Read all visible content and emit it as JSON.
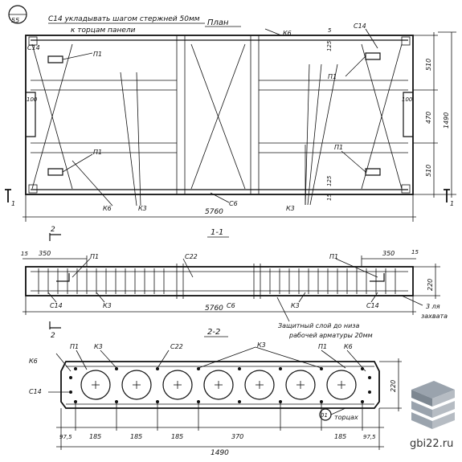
{
  "drawing": {
    "sheet_number": "55",
    "note_top": "С14 укладывать шагом стержней 50мм",
    "note_top_2": "к торцам панели",
    "plan_title": "План",
    "section_1_1": "1-1",
    "section_2_2": "2-2",
    "watermark": "gbi22.ru"
  },
  "plan": {
    "labels": {
      "c14": "С14",
      "p1": "П1",
      "k6": "К6",
      "k3": "К3",
      "c6": "С6"
    },
    "dimensions": {
      "length": "5760",
      "width": "1490",
      "right_top": "510",
      "right_mid": "470",
      "right_bottom": "510",
      "left_100": "100",
      "right_100": "100",
      "dim_125": "125",
      "dim_15": "15",
      "dim_5": "5"
    },
    "section_mark": "1",
    "section_letter": "I"
  },
  "section11": {
    "labels": {
      "p1": "П1",
      "c22": "С22",
      "c14": "С14",
      "k3": "К3",
      "c6": "С6",
      "note": "Защитный слой до низа",
      "note2": "рабочей арматуры 20мм",
      "lift": "3 ля",
      "lift2": "захвата"
    },
    "dimensions": {
      "length": "5760",
      "left_350": "350",
      "right_350": "350",
      "left_15": "15",
      "right_15": "15",
      "height": "220"
    },
    "section_mark": "2"
  },
  "section22": {
    "labels": {
      "k6": "К6",
      "p1": "П1",
      "k3": "К3",
      "c22": "С22",
      "k3b": "К3",
      "p1b": "П1",
      "k6b": "К6",
      "c14": "С14",
      "torcap": "торцах",
      "callout": "01"
    },
    "dimensions": {
      "d975a": "97,5",
      "d185a": "185",
      "d185b": "185",
      "d185c": "185",
      "d370": "370",
      "d185d": "185",
      "d975b": "97,5",
      "total": "1490",
      "height": "220"
    }
  },
  "colors": {
    "ink": "#111111",
    "paper": "#ffffff",
    "logo_gray": "#9aa3ad"
  }
}
